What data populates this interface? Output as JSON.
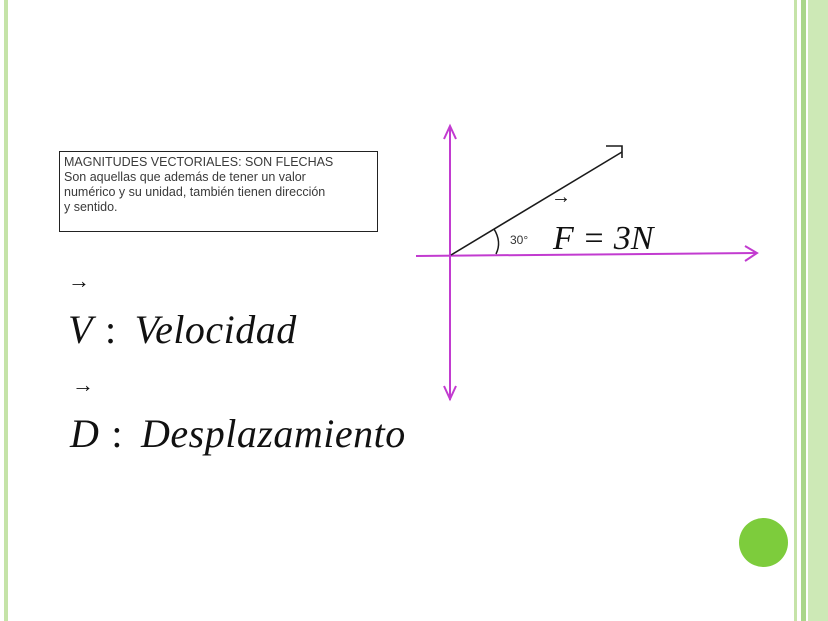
{
  "textbox": {
    "title": "MAGNITUDES VECTORIALES: SON FLECHAS",
    "line1": "Son aquellas que además de tener un valor",
    "line2": "numérico y su unidad, también tienen dirección",
    "line3": "y sentido."
  },
  "formulas": {
    "arrow": "→",
    "v_symbol": "V",
    "v_colon": ":",
    "v_word": "Velocidad",
    "d_symbol": "D",
    "d_colon": ":",
    "d_word": "Desplazamiento"
  },
  "diagram": {
    "angle_label": "30°",
    "force_label": "F = 3N",
    "force_arrow": "→"
  },
  "colors": {
    "axis": "#c23bd0",
    "accent_green": "#7dcc3c",
    "bar_green": "#c5e3a8"
  }
}
